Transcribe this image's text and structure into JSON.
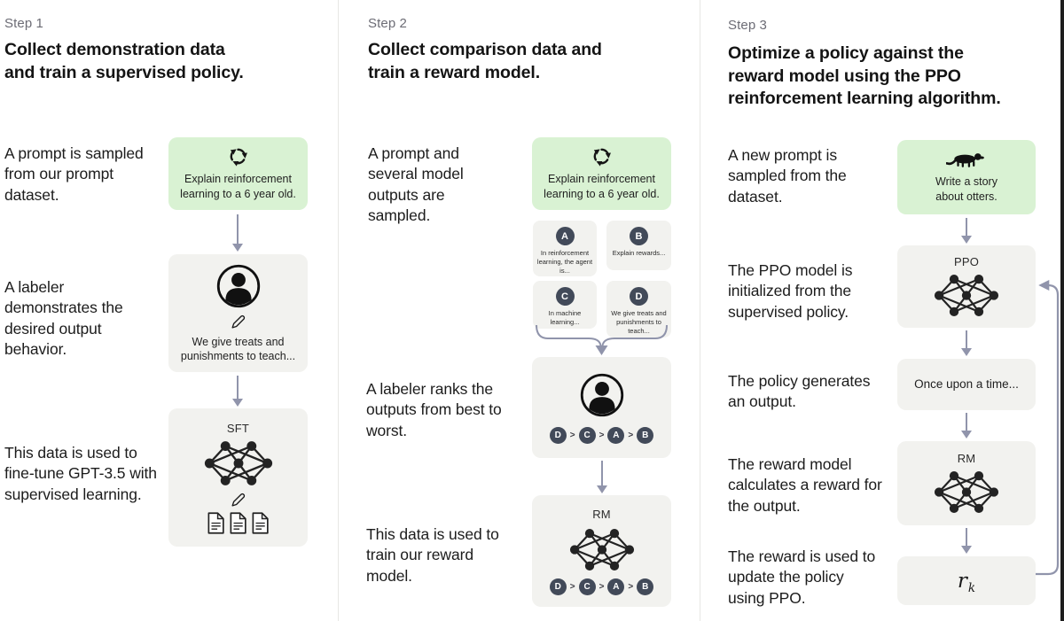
{
  "palette": {
    "green": "#d9f2d3",
    "box_gray": "#f2f2ef",
    "arrow": "#9094ab",
    "badge": "#424a59",
    "edge_strip": "#1d1d1d"
  },
  "steps": [
    {
      "label": "Step 1",
      "title": "Collect demonstration data and train a supervised policy.",
      "captions": {
        "sample": "A prompt is sampled from our prompt dataset.",
        "labeler": "A labeler demonstrates the desired output behavior.",
        "finetune": "This data is used to fine-tune GPT-3.5 with supervised learning."
      },
      "prompt_box": {
        "icon": "cycle-icon",
        "text": "Explain reinforcement learning to a 6 year old."
      },
      "labeler_box": {
        "icon": "person-icon",
        "pencil": "pencil-icon",
        "text": "We give treats and punishments to teach..."
      },
      "model_box": {
        "label": "SFT",
        "icons": [
          "network-icon",
          "pencil-icon",
          "documents-icon"
        ]
      }
    },
    {
      "label": "Step 2",
      "title": "Collect comparison data and train a reward model.",
      "captions": {
        "sample": "A prompt and several model outputs are sampled.",
        "rank": "A labeler ranks the outputs from best to worst.",
        "train": "This data is used to train our reward model."
      },
      "prompt_box": {
        "icon": "cycle-icon",
        "text": "Explain reinforcement learning to a 6 year old."
      },
      "outputs": [
        {
          "letter": "A",
          "text": "In reinforcement learning, the agent is..."
        },
        {
          "letter": "B",
          "text": "Explain rewards..."
        },
        {
          "letter": "C",
          "text": "In machine learning..."
        },
        {
          "letter": "D",
          "text": "We give treats and punishments to teach..."
        }
      ],
      "ranking": {
        "order": [
          "D",
          "C",
          "A",
          "B"
        ],
        "separator": ">"
      },
      "labeler_box": {
        "icon": "person-icon"
      },
      "model_box": {
        "label": "RM",
        "icon": "network-icon"
      }
    },
    {
      "label": "Step 3",
      "title": "Optimize a policy against the reward model using the PPO reinforcement learning algorithm.",
      "captions": {
        "sample": "A new prompt is sampled from the dataset.",
        "init": "The PPO model is initialized from the supervised policy.",
        "output": "The policy generates an output.",
        "reward": "The reward model calculates a reward for the output.",
        "update": "The reward is used to update the policy using PPO."
      },
      "prompt_box": {
        "icon": "otter-icon",
        "text": "Write a story about otters."
      },
      "ppo_box": {
        "label": "PPO",
        "icon": "network-icon"
      },
      "output_box": {
        "text": "Once upon a time..."
      },
      "rm_box": {
        "label": "RM",
        "icon": "network-icon"
      },
      "reward_box": {
        "symbol": "r",
        "subscript": "k"
      }
    }
  ]
}
